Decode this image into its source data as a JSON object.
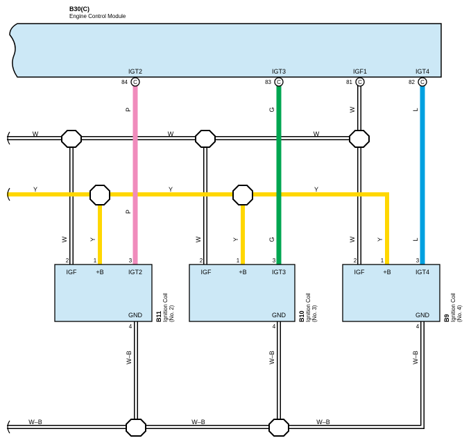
{
  "ecm": {
    "connector": "B30(C)",
    "name": "Engine Control Module",
    "pins": [
      {
        "label": "IGT2",
        "num": "84",
        "mark": "C"
      },
      {
        "label": "IGT3",
        "num": "83",
        "mark": "C"
      },
      {
        "label": "IGF1",
        "num": "81",
        "mark": "C"
      },
      {
        "label": "IGT4",
        "num": "82",
        "mark": "C"
      }
    ]
  },
  "wires": {
    "white": "W",
    "yellow": "Y",
    "pink": "P",
    "green": "G",
    "blue": "L",
    "ground": "W–B"
  },
  "colors": {
    "module_fill": "#cce8f6",
    "white_wire": "#ffffff",
    "yellow_wire": "#ffd700",
    "pink_wire": "#f08cbc",
    "green_wire": "#00a650",
    "blue_wire": "#00a0e0"
  },
  "coils": [
    {
      "code": "B11",
      "name": "Ignition Coil",
      "num": "(No. 2)",
      "igf": "IGF",
      "plus": "+B",
      "igt": "IGT2",
      "gnd": "GND",
      "p_igf": "2",
      "p_plus": "1",
      "p_igt": "3",
      "p_gnd": "4"
    },
    {
      "code": "B10",
      "name": "Ignition Coil",
      "num": "(No. 3)",
      "igf": "IGF",
      "plus": "+B",
      "igt": "IGT3",
      "gnd": "GND",
      "p_igf": "2",
      "p_plus": "1",
      "p_igt": "3",
      "p_gnd": "4"
    },
    {
      "code": "B9",
      "name": "Ignition Coil",
      "num": "(No. 4)",
      "igf": "IGF",
      "plus": "+B",
      "igt": "IGT4",
      "gnd": "GND",
      "p_igf": "2",
      "p_plus": "1",
      "p_igt": "3",
      "p_gnd": "4"
    }
  ]
}
